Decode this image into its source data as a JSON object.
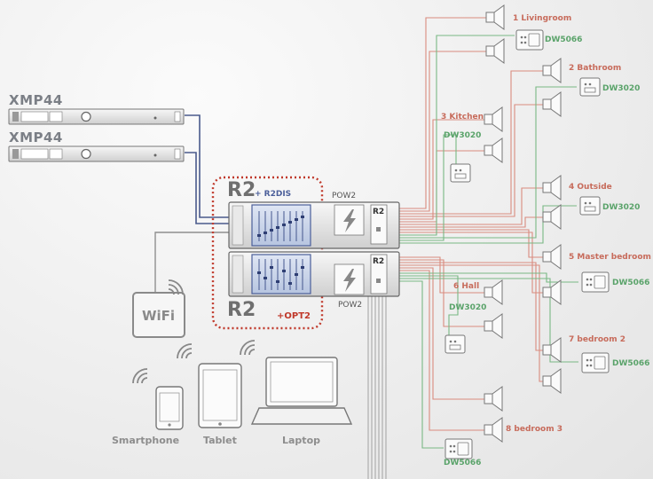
{
  "sources": [
    {
      "label": "XMP44"
    },
    {
      "label": "XMP44"
    }
  ],
  "amplifiers": {
    "top_title": "R2",
    "top_addon": "+ R2DIS",
    "bottom_title": "R2",
    "bottom_addon": "+OPT2",
    "power_label_top": "POW2",
    "power_label_bottom": "POW2",
    "panel_tag": "R2"
  },
  "wifi": {
    "label": "WiFi"
  },
  "devices": [
    {
      "label": "Smartphone"
    },
    {
      "label": "Tablet"
    },
    {
      "label": "Laptop"
    }
  ],
  "zones": [
    {
      "name": "1 Livingroom",
      "panel": "DW5066"
    },
    {
      "name": "2 Bathroom",
      "panel": "DW3020"
    },
    {
      "name": "3 Kitchen",
      "panel": "DW3020"
    },
    {
      "name": "4 Outside",
      "panel": "DW3020"
    },
    {
      "name": "5 Master bedroom",
      "panel": "DW5066"
    },
    {
      "name": "6 Hall",
      "panel": "DW3020"
    },
    {
      "name": "7 bedroom 2",
      "panel": "DW5066"
    },
    {
      "name": "8 bedroom 3",
      "panel": "DW5066"
    }
  ],
  "colors": {
    "speaker_wire": "#d98b7e",
    "control_wire": "#79b884",
    "source_cable": "#4a5a8c",
    "dotted_frame": "#c0392b",
    "grey_cable": "#9a9a9a"
  }
}
